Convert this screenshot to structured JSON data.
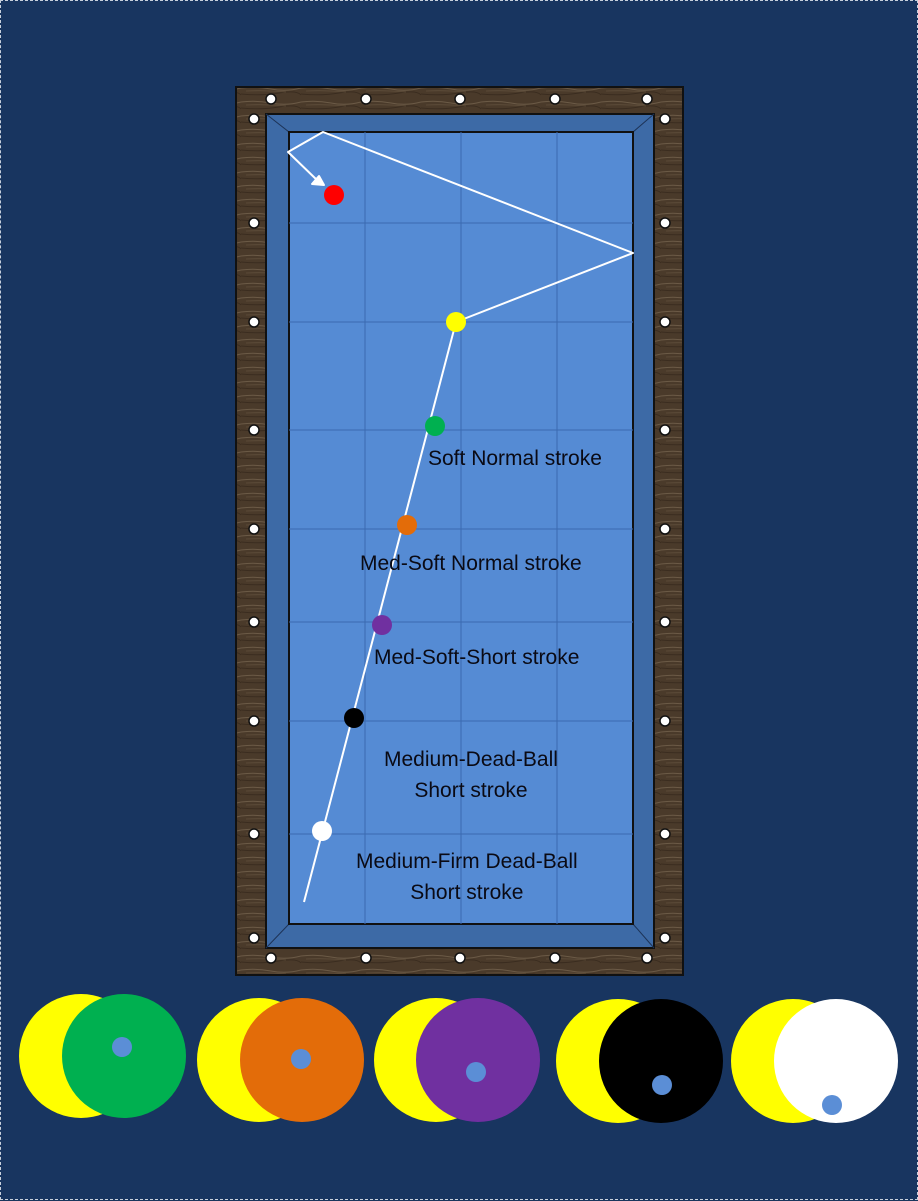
{
  "colors": {
    "background": "#183560",
    "rail_wood": "#4a3a2a",
    "cushion": "#3d6aa6",
    "cloth": "#558bd4",
    "object_ball_yellow": "#ffff00",
    "red_ball": "#ff0000",
    "path_line": "#ffffff",
    "aim_dot": "#5b8ed6"
  },
  "annotations": [
    {
      "id": "soft-normal",
      "lines": [
        "Soft Normal stroke"
      ]
    },
    {
      "id": "med-soft-normal",
      "lines": [
        "Med-Soft Normal stroke"
      ]
    },
    {
      "id": "med-soft-short",
      "lines": [
        "Med-Soft-Short stroke"
      ]
    },
    {
      "id": "medium-dead-ball",
      "lines": [
        "Medium-Dead-Ball",
        "Short stroke"
      ]
    },
    {
      "id": "medium-firm-dead-ball",
      "lines": [
        "Medium-Firm Dead-Ball",
        "Short stroke"
      ]
    }
  ],
  "cue_positions": [
    {
      "name": "green",
      "color": "#00b050",
      "annotation": "soft-normal"
    },
    {
      "name": "orange",
      "color": "#e36c09",
      "annotation": "med-soft-normal"
    },
    {
      "name": "purple",
      "color": "#7030a0",
      "annotation": "med-soft-short"
    },
    {
      "name": "black",
      "color": "#000000",
      "annotation": "medium-dead-ball"
    },
    {
      "name": "white",
      "color": "#ffffff",
      "annotation": "medium-firm-dead-ball"
    }
  ],
  "contact_diagrams": [
    {
      "cue": "green",
      "color": "#00b050",
      "fullness": "half ball",
      "tip": "center"
    },
    {
      "cue": "orange",
      "color": "#e36c09",
      "fullness": "half ball",
      "tip": "center"
    },
    {
      "cue": "purple",
      "color": "#7030a0",
      "fullness": "half ball",
      "tip": "slightly below center"
    },
    {
      "cue": "black",
      "color": "#000000",
      "fullness": "half ball",
      "tip": "below center"
    },
    {
      "cue": "white",
      "color": "#ffffff",
      "fullness": "half ball",
      "tip": "low"
    }
  ]
}
